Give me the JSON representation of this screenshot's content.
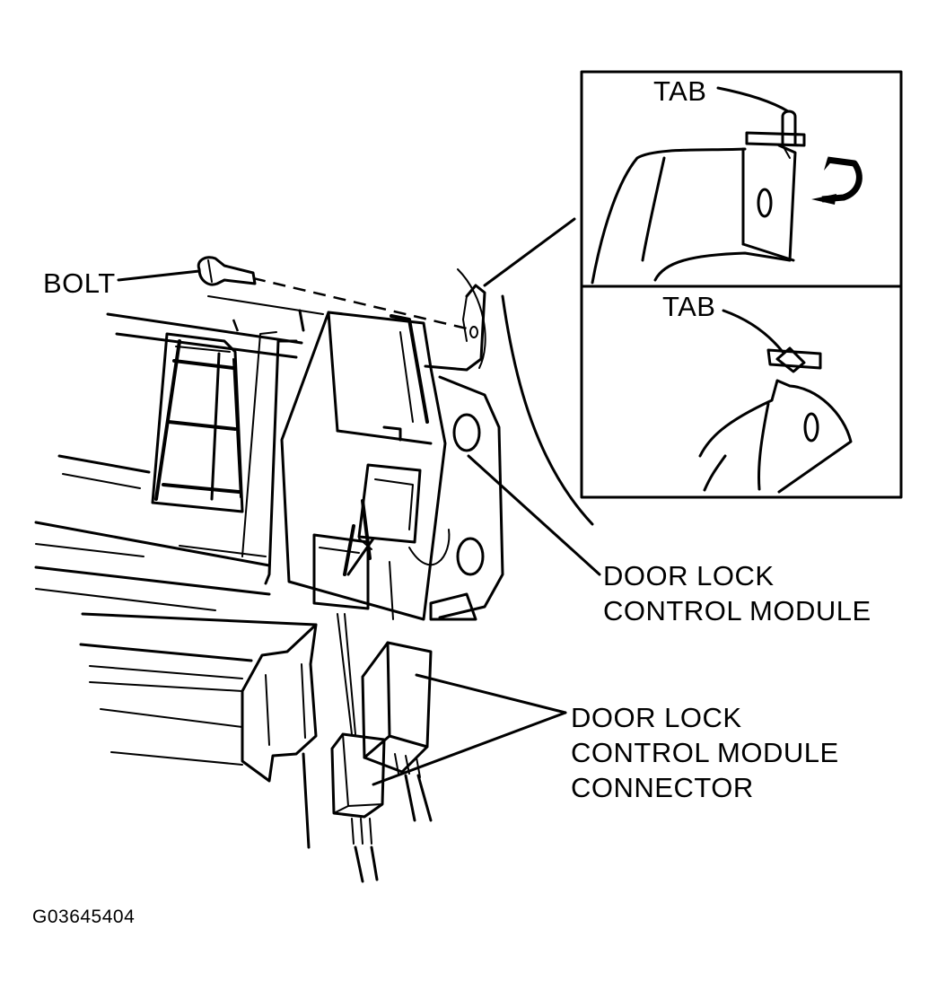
{
  "labels": {
    "bolt": "BOLT",
    "tab_top": "TAB",
    "tab_bottom": "TAB",
    "module": [
      "DOOR LOCK",
      "CONTROL MODULE"
    ],
    "connector": [
      "DOOR LOCK",
      "CONTROL MODULE",
      "CONNECTOR"
    ]
  },
  "figure_id": "G03645404"
}
